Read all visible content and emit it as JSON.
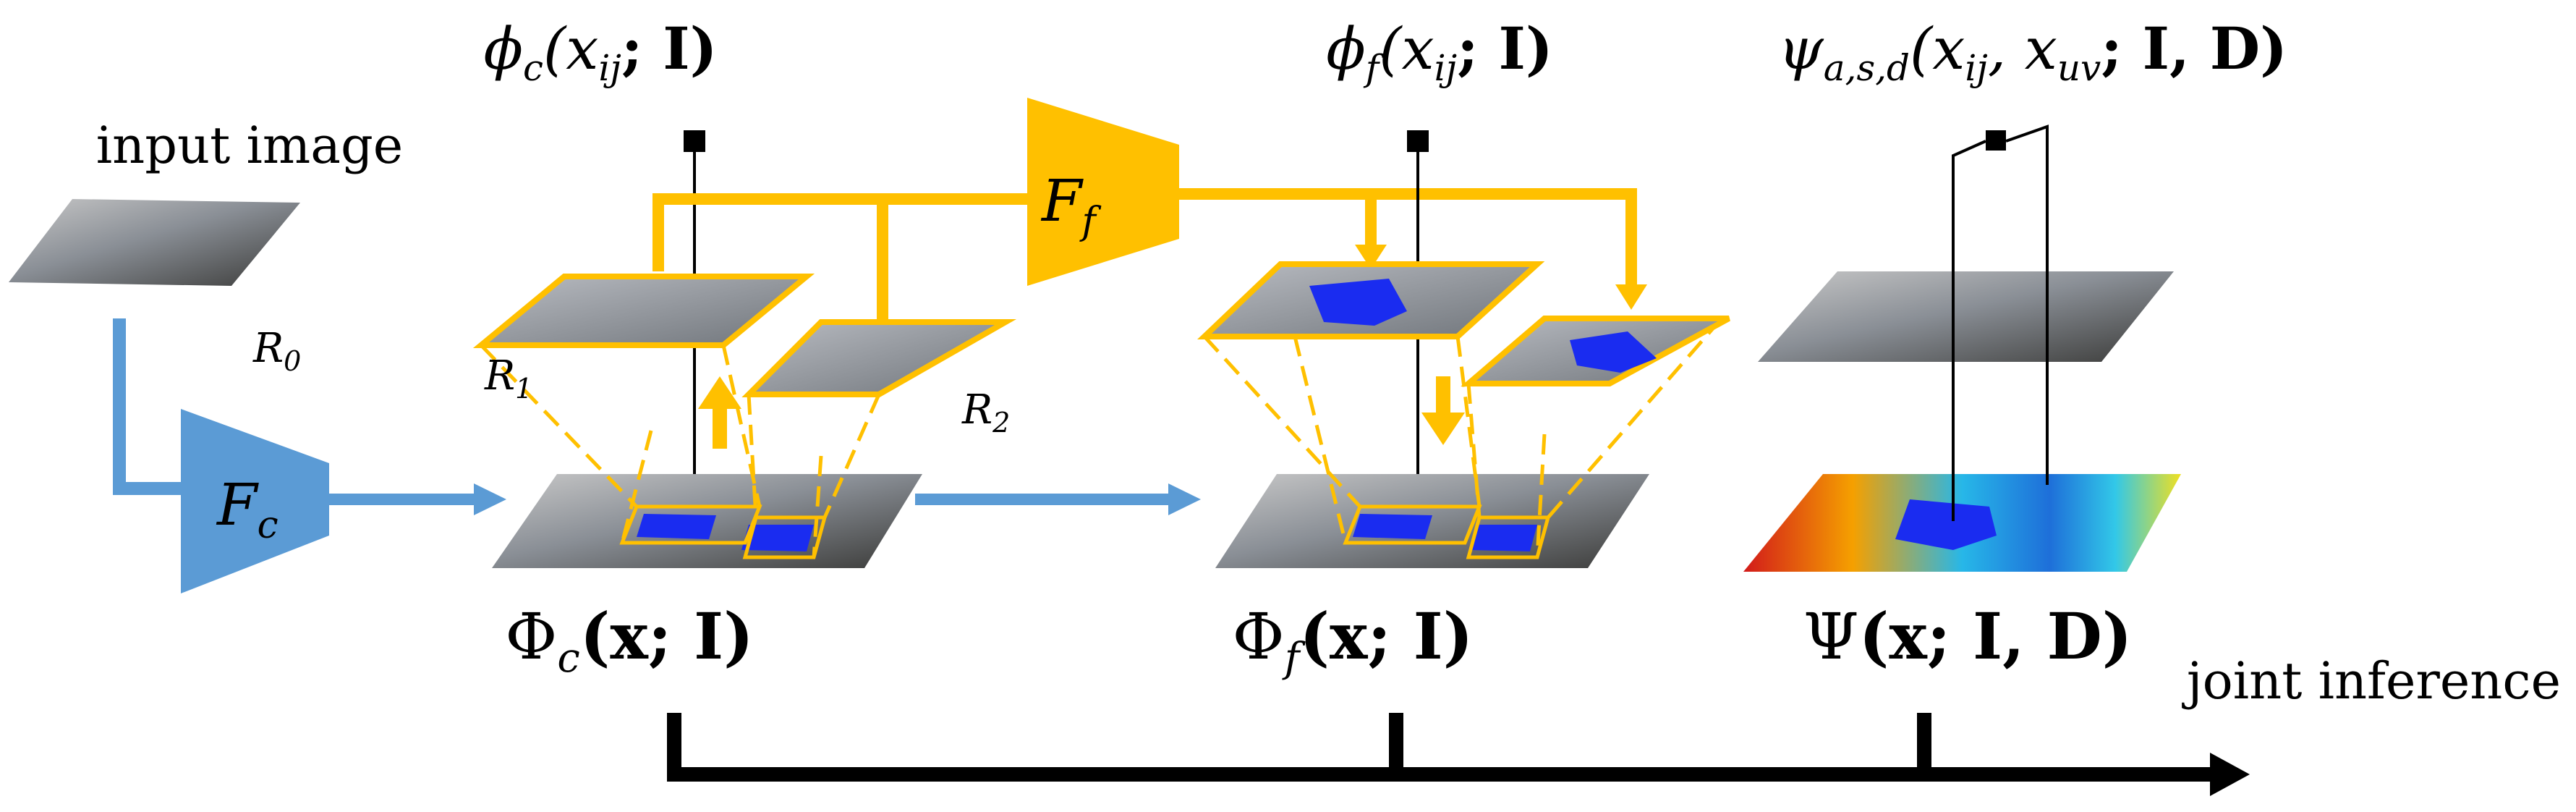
{
  "labels": {
    "input_image": "input image",
    "joint_inference": "joint inference",
    "r0": "R",
    "r0_sub": "0",
    "r1": "R",
    "r1_sub": "1",
    "r2": "R",
    "r2_sub": "2",
    "fc": "F",
    "fc_sub": "c",
    "ff": "F",
    "ff_sub": "f"
  },
  "equations": {
    "phi_c": {
      "sym": "ϕ",
      "sub": "c",
      "args": "(x",
      "arg_sub": "ij",
      "rest": "; I)"
    },
    "phi_f": {
      "sym": "ϕ",
      "sub": "f",
      "args": "(x",
      "arg_sub": "ij",
      "rest": "; I)"
    },
    "psi": {
      "sym": "ψ",
      "sub": "a,s,d",
      "args": "(x",
      "arg_sub": "ij",
      "mid": ", x",
      "mid_sub": "uv",
      "rest": "; I, D)"
    },
    "Phi_c": {
      "sym": "Φ",
      "sub": "c",
      "rest": "(x; I)"
    },
    "Phi_f": {
      "sym": "Φ",
      "sub": "f",
      "rest": "(x; I)"
    },
    "Psi": {
      "sym": "Ψ",
      "rest": "(x; I, D)"
    }
  },
  "colors": {
    "blue": "#5b9bd5",
    "orange": "#ffc000",
    "mask_blue": "#1a2cf0",
    "black": "#000000"
  }
}
